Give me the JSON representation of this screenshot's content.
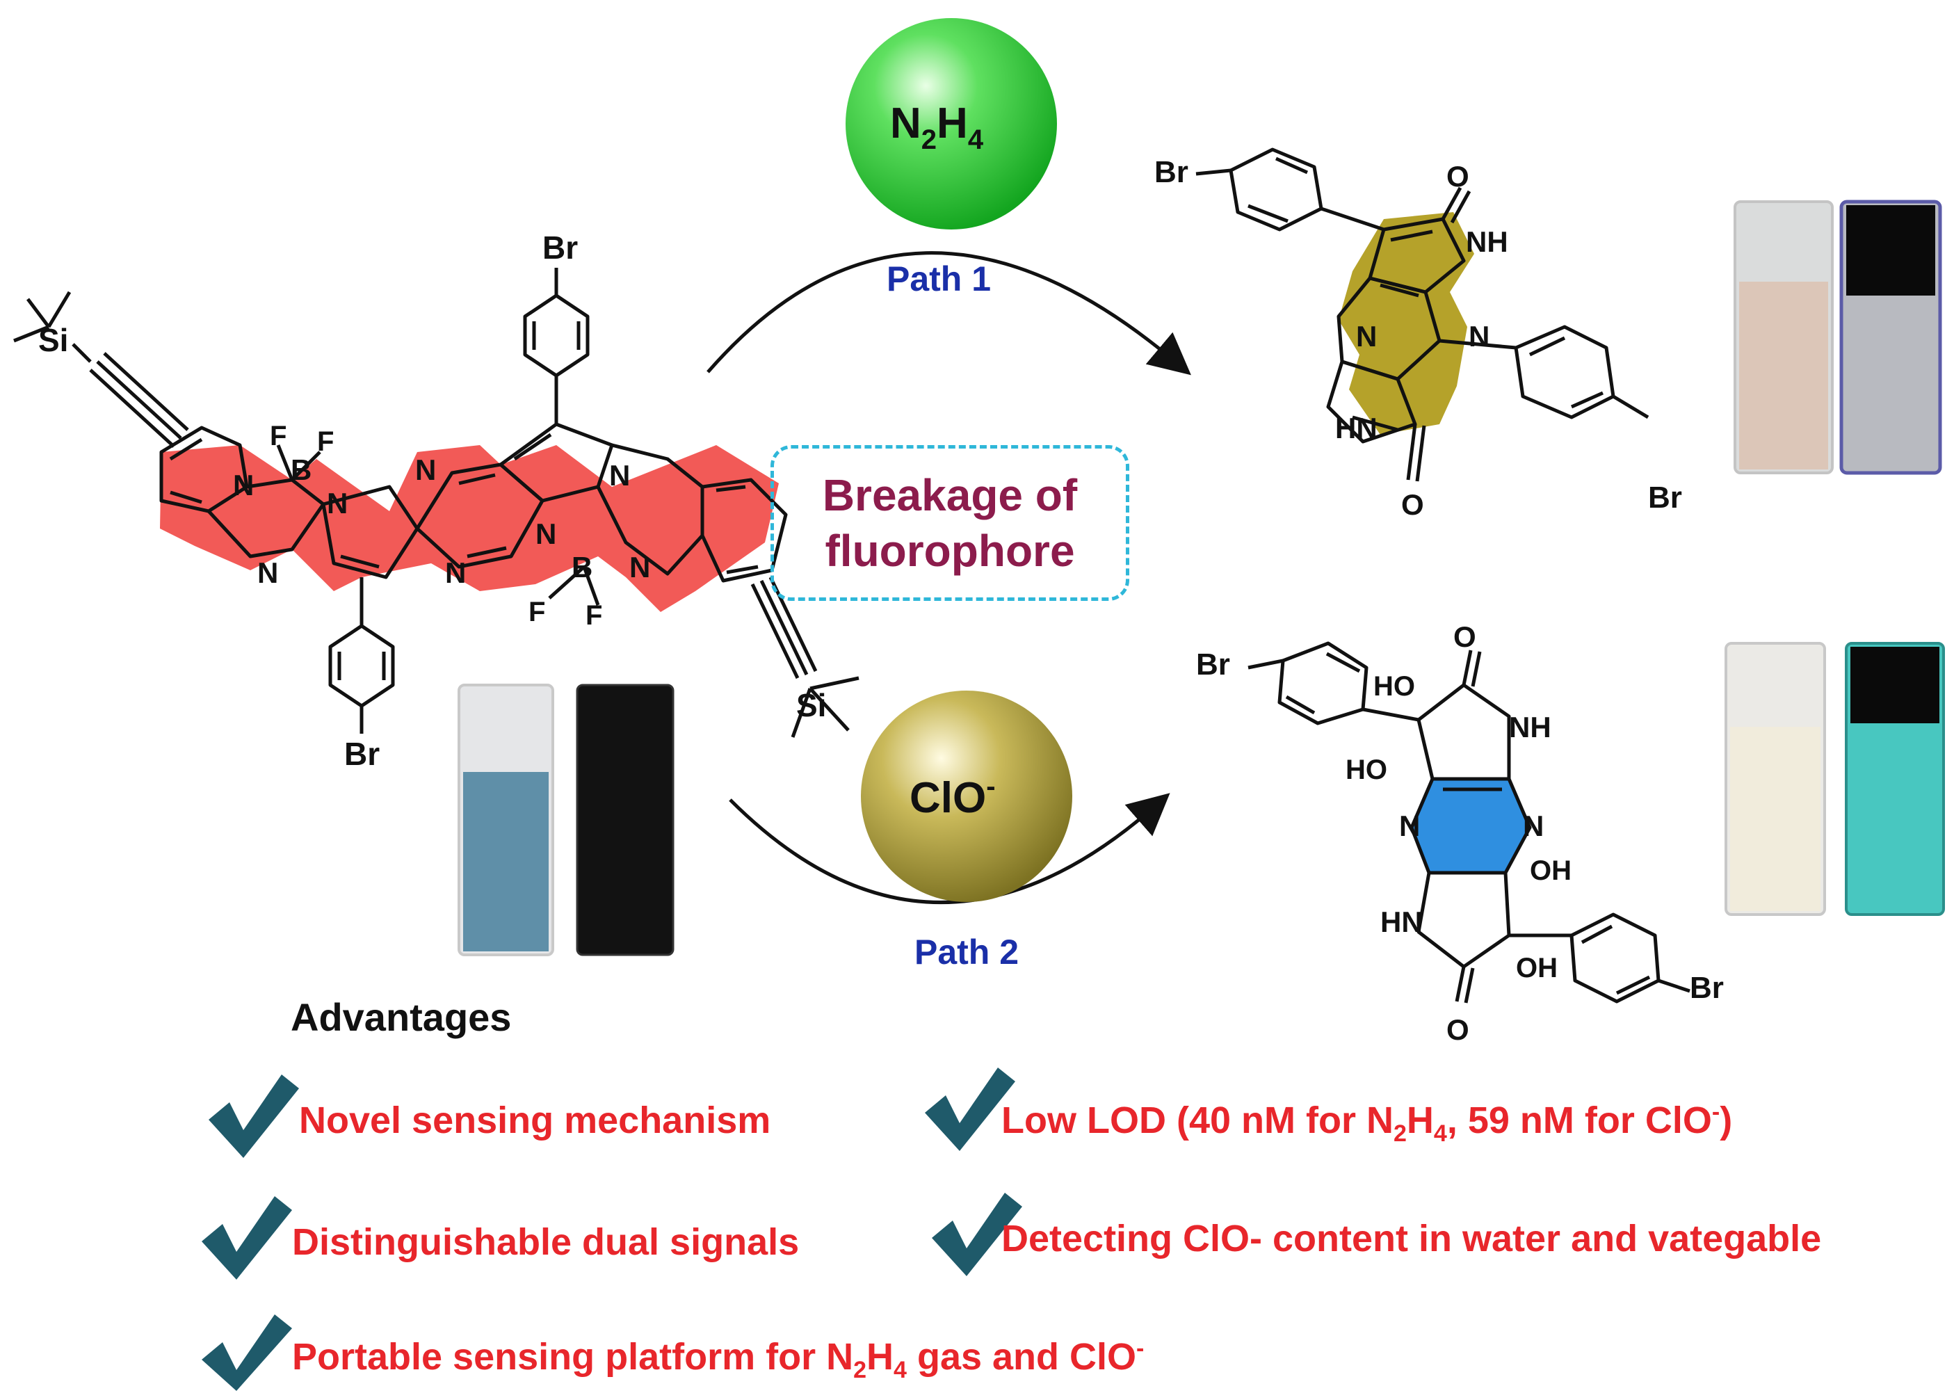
{
  "reagents": {
    "hydrazine": {
      "label_main": "N",
      "label_sub1": "2",
      "label_mid": "H",
      "label_sub2": "4",
      "color": "#2fcf3a"
    },
    "hypochlorite": {
      "label_main": "ClO",
      "label_sup": "-",
      "color": "#a89a3a"
    }
  },
  "paths": {
    "path1": "Path 1",
    "path2": "Path 2"
  },
  "center_box": {
    "line1": "Breakage of",
    "line2": "fluorophore"
  },
  "atoms": {
    "Br": "Br",
    "Si": "Si",
    "N": "N",
    "B": "B",
    "F": "F",
    "O": "O",
    "NH": "NH",
    "HN": "HN",
    "HO": "HO",
    "OH": "OH"
  },
  "advantages": {
    "title": "Advantages",
    "items": [
      {
        "text": "Novel sensing mechanism"
      },
      {
        "text_pre": "Low LOD (40 nM for N",
        "sub1": "2",
        "mid": "H",
        "sub2": "4",
        "text_post": ", 59 nM for ClO",
        "sup": "-",
        "tail": ")"
      },
      {
        "text": "Distinguishable dual signals"
      },
      {
        "text": "Detecting ClO- content in water and vategable"
      },
      {
        "text_pre": "Portable sensing platform for N",
        "sub1": "2",
        "mid": "H",
        "sub2": "4",
        "text_post": " gas and ClO",
        "sup": "-"
      }
    ]
  },
  "colors": {
    "fluorophore_core": "#f25a57",
    "path1_product_core": "#b5a22a",
    "path2_product_core": "#2f8fe0",
    "advantage_text": "#e8262b",
    "check": "#1f5a6a",
    "path_label": "#1a2fa8"
  }
}
